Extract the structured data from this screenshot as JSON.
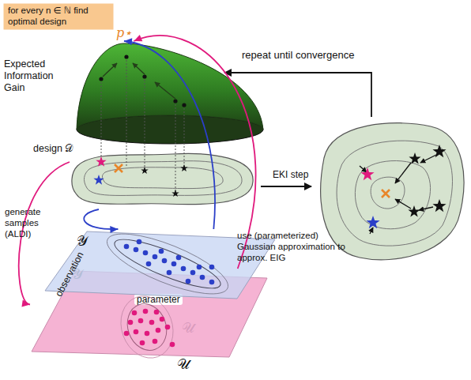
{
  "diagram": {
    "nodes": [
      {
        "text": [
          "for every n ∈ ℕ find optimal design"
        ]
      },
      {
        "text": [
          "Expected Information Gain",
          "p⋆"
        ]
      },
      {
        "text": [
          "design 𝒟"
        ]
      },
      {
        "text": [
          "observation",
          "𝒴",
          "𝒴"
        ]
      },
      {
        "text": [
          "parameter",
          "𝒰",
          "𝒰"
        ]
      }
    ],
    "edges": [
      {
        "from": 2,
        "to": 4,
        "label": "generate samples (ALDI)",
        "arrow": "to"
      },
      {
        "from": 2,
        "to": 3,
        "arrow": "to"
      },
      {
        "from": 3,
        "to": 1,
        "arrow": "to"
      },
      {
        "from": 4,
        "to": 1,
        "arrow": "to"
      }
    ],
    "labels": [
      "repeat until convergence",
      "EKI step",
      "use (parameterized) Gaussian approximation to approx. EIG"
    ]
  }
}
